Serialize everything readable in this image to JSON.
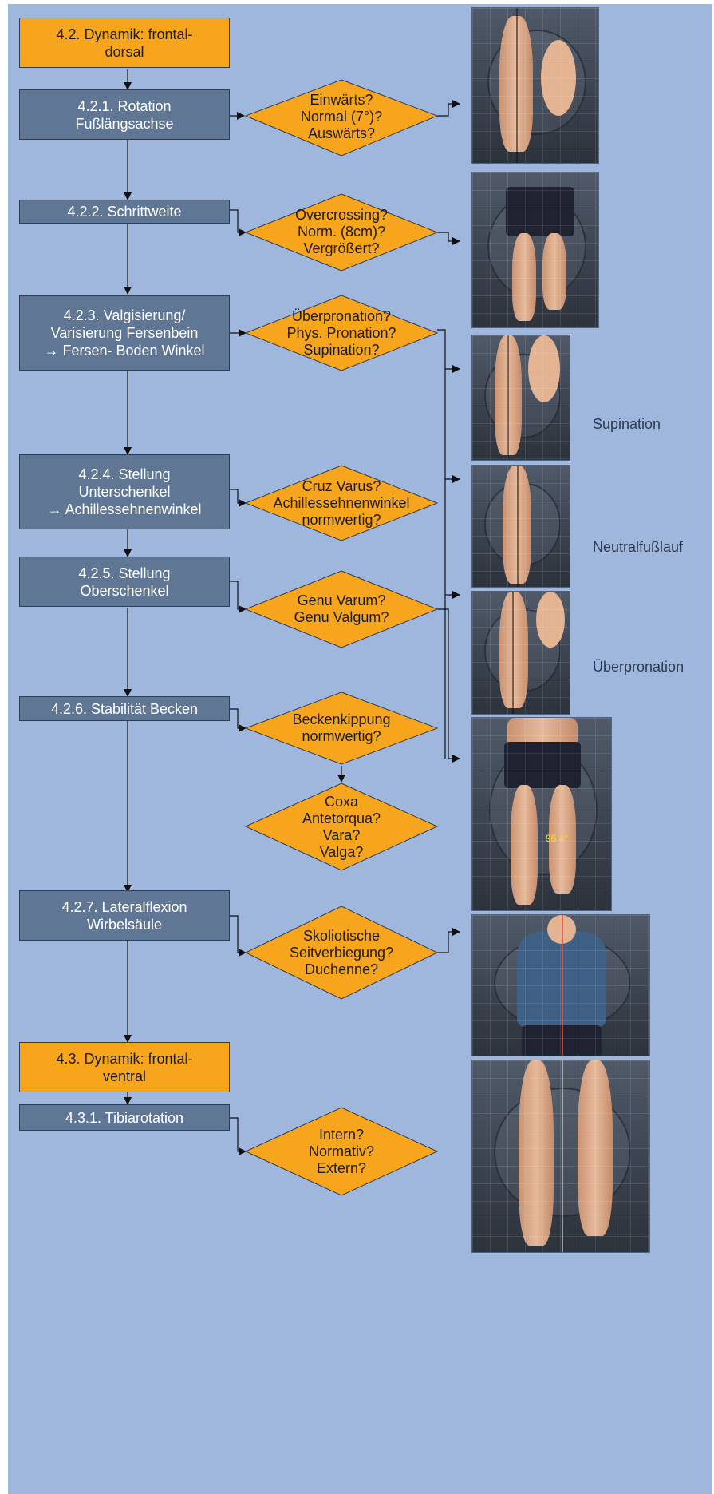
{
  "boxes": {
    "dyn_dorsal": "4.2. Dynamik: frontal-\ndorsal",
    "rotation": "4.2.1. Rotation\nFußlängsachse",
    "schrittweite": "4.2.2. Schrittweite",
    "valgisierung": "4.2.3. Valgisierung/\nVarisierung Fersenbein\n→ Fersen- Boden Winkel",
    "unterschenkel": "4.2.4. Stellung\nUnterschenkel\n→  Achillessehnenwinkel",
    "oberschenkel": "4.2.5. Stellung\nOberschenkel",
    "becken": "4.2.6. Stabilität Becken",
    "lateralflexion": "4.2.7. Lateralflexion\nWirbelsäule",
    "dyn_ventral": "4.3. Dynamik: frontal-\nventral",
    "tibia": "4.3.1. Tibiarotation"
  },
  "diamonds": {
    "rotation_q": "Einwärts?\nNormal (7°)?\nAuswärts?",
    "schritt_q": "Overcrossing?\nNorm. (8cm)?\nVergrößert?",
    "pronation_q": "Überpronation?\nPhys. Pronation?\nSupination?",
    "achilles_q": "Cruz Varus?\nAchillessehnenwinkel\nnormwertig?",
    "genu_q": "Genu Varum?\nGenu Valgum?",
    "becken_q": "Beckenkippung\nnormwertig?",
    "coxa_q": "Coxa\nAntetorqua?\nVara?\nValga?",
    "skoliose_q": "Skoliotische\nSeitverbiegung?\nDuchenne?",
    "tibia_q": "Intern?\nNormativ?\nExtern?"
  },
  "captions": {
    "supination": "Supination",
    "neutral": "Neutralfußlauf",
    "ueberpronation": "Überpronation"
  },
  "photo_labels": {
    "angle": "96.4°"
  },
  "colors": {
    "background": "#9fb7dd",
    "box_blue": "#5f7694",
    "box_orange": "#f7a51c"
  }
}
